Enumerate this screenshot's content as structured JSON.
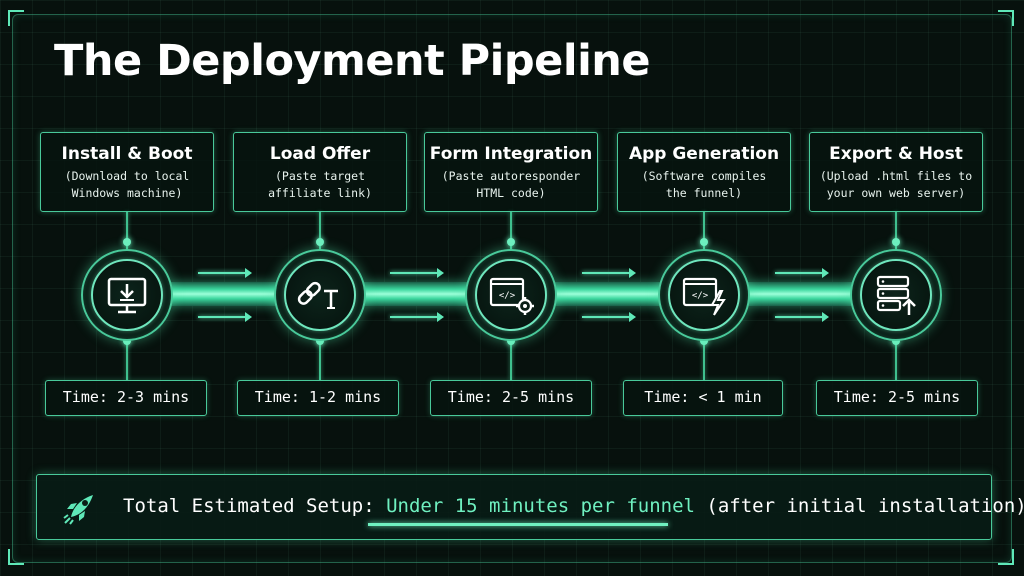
{
  "title": "The Deployment Pipeline",
  "steps": [
    {
      "title": "Install & Boot",
      "desc1": "(Download to local",
      "desc2": "Windows machine)",
      "time": "Time: 2-3 mins",
      "icon": "download-monitor-icon"
    },
    {
      "title": "Load Offer",
      "desc1": "(Paste target",
      "desc2": "affiliate link)",
      "time": "Time: 1-2 mins",
      "icon": "link-text-icon"
    },
    {
      "title": "Form Integration",
      "desc1": "(Paste autoresponder",
      "desc2": "HTML code)",
      "time": "Time: 2-5 mins",
      "icon": "code-gear-icon"
    },
    {
      "title": "App Generation",
      "desc1": "(Software compiles",
      "desc2": "the funnel)",
      "time": "Time: < 1 min",
      "icon": "code-bolt-icon"
    },
    {
      "title": "Export & Host",
      "desc1": "(Upload .html files to",
      "desc2": "your own web server)",
      "time": "Time: 2-5 mins",
      "icon": "server-upload-icon"
    }
  ],
  "summary": {
    "prefix": "Total Estimated Setup: ",
    "highlight": "Under 15 minutes per funnel",
    "suffix": " (after initial installation).",
    "icon": "rocket-icon"
  },
  "colors": {
    "accent": "#6ff0c0",
    "border": "#49c99a",
    "background": "#07110d"
  }
}
